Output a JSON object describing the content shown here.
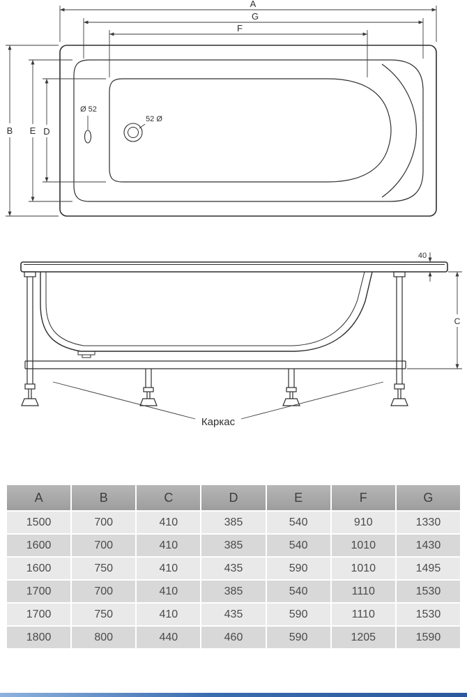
{
  "title": "Bathtub technical drawing with frame and dimension table",
  "top_view": {
    "dim_a_label": "A",
    "dim_g_label": "G",
    "dim_f_label": "F",
    "dim_b_label": "B",
    "dim_e_label": "E",
    "dim_d_label": "D",
    "overflow_label": "Ø 52",
    "drain_label": "52 Ø"
  },
  "side_view": {
    "rim_thickness_label": "40",
    "dim_c_label": "C",
    "frame_label": "Каркас"
  },
  "table": {
    "headers": [
      "A",
      "B",
      "C",
      "D",
      "E",
      "F",
      "G"
    ],
    "rows": [
      [
        "1500",
        "700",
        "410",
        "385",
        "540",
        "910",
        "1330"
      ],
      [
        "1600",
        "700",
        "410",
        "385",
        "540",
        "1010",
        "1430"
      ],
      [
        "1600",
        "750",
        "410",
        "435",
        "590",
        "1010",
        "1495"
      ],
      [
        "1700",
        "700",
        "410",
        "385",
        "540",
        "1110",
        "1530"
      ],
      [
        "1700",
        "750",
        "410",
        "435",
        "590",
        "1110",
        "1530"
      ],
      [
        "1800",
        "800",
        "440",
        "460",
        "590",
        "1205",
        "1590"
      ]
    ]
  },
  "colors": {
    "outline": "#2d2d2d",
    "dimension_line": "#3a3a3a",
    "table_header_bg": "#a6a6a6",
    "table_row_light": "#e9e9e9",
    "table_row_dark": "#d8d8d8",
    "accent_bar_blue": "#3a6cb0"
  }
}
